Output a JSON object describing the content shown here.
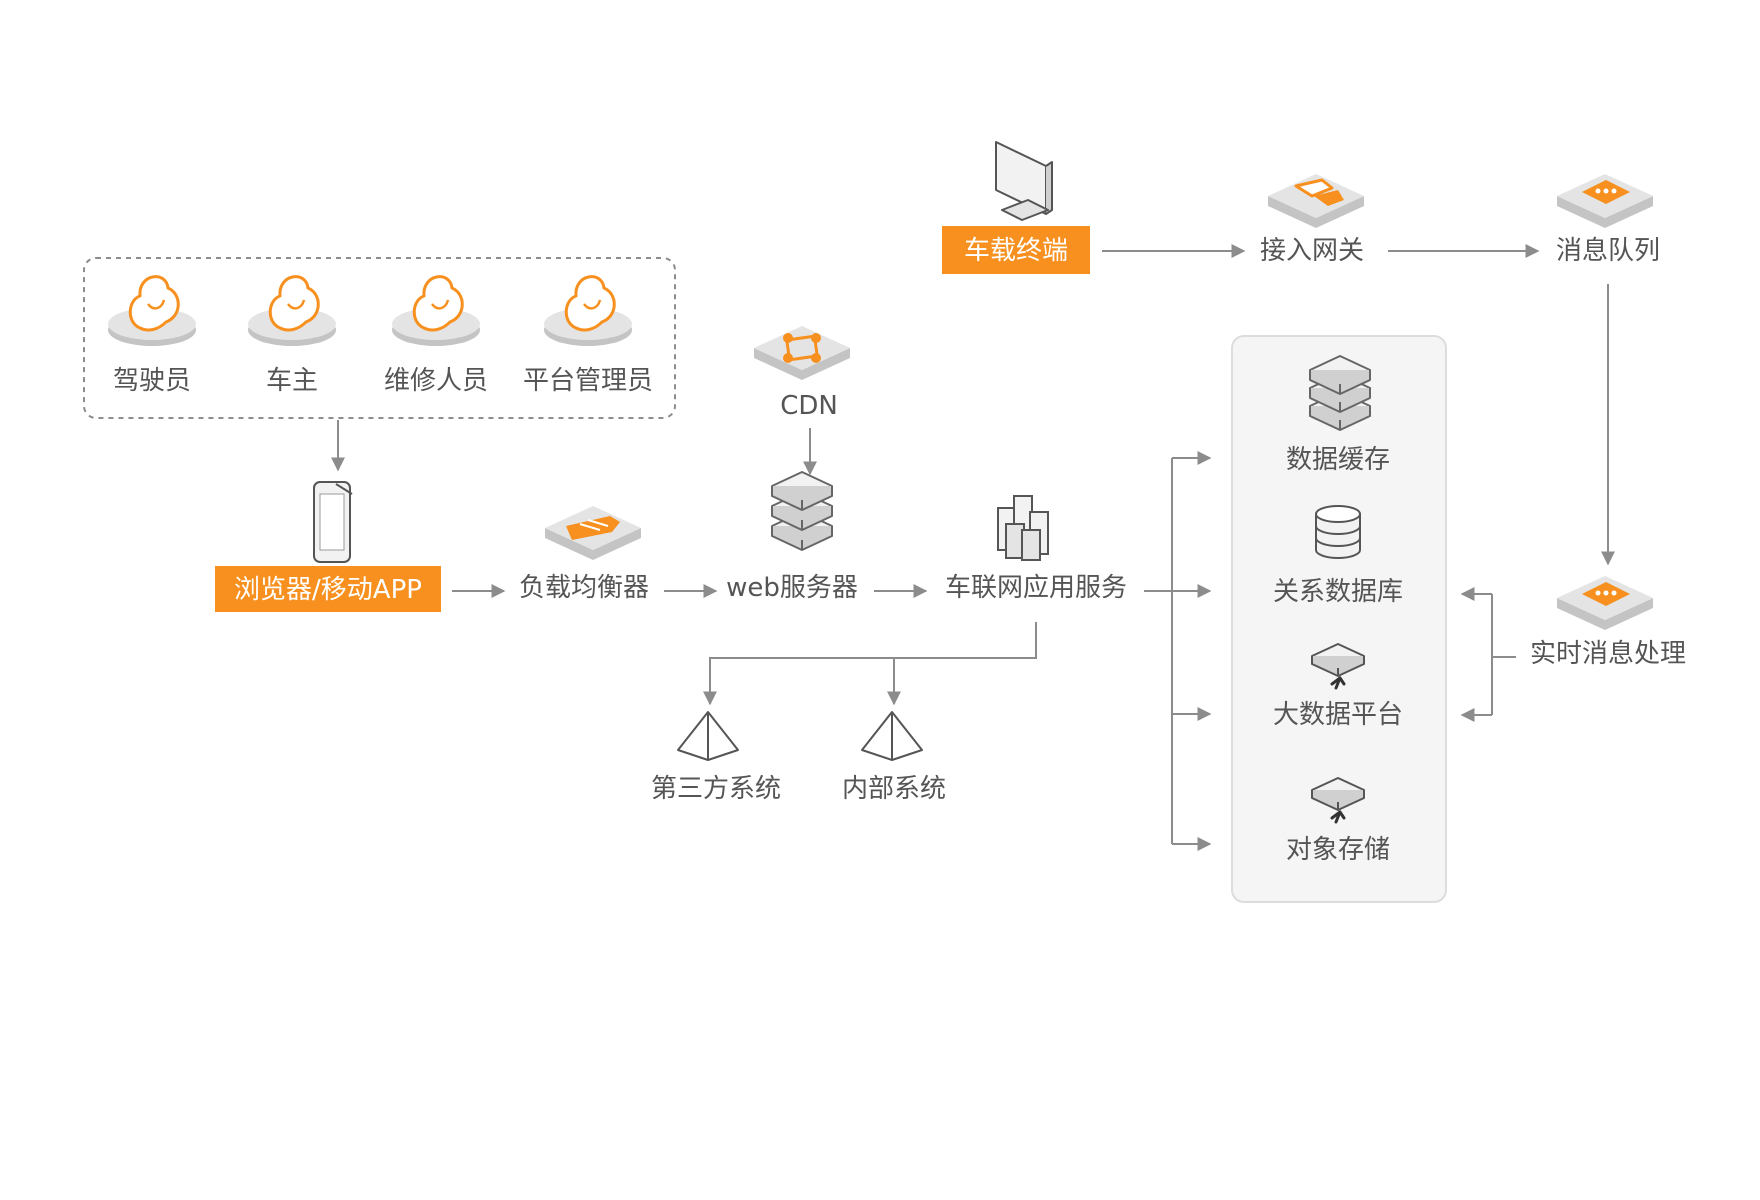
{
  "users": {
    "driver": "驾驶员",
    "owner": "车主",
    "maintainer": "维修人员",
    "admin": "平台管理员"
  },
  "web_flow": {
    "browser_app": "浏览器/移动APP",
    "load_balancer": "负载均衡器",
    "cdn": "CDN",
    "web_server": "web服务器",
    "iov_service": "车联网应用服务",
    "third_party": "第三方系统",
    "internal": "内部系统"
  },
  "vehicle_flow": {
    "terminal": "车载终端",
    "gateway": "接入网关",
    "queue": "消息队列",
    "realtime": "实时消息处理"
  },
  "storage": {
    "cache": "数据缓存",
    "rdb": "关系数据库",
    "bigdata": "大数据平台",
    "object": "对象存储"
  },
  "colors": {
    "accent": "#f7901e",
    "text": "#555555",
    "line": "#8c8c8c",
    "panel": "#f5f5f5",
    "icon_gray": "#d9d9d9"
  }
}
